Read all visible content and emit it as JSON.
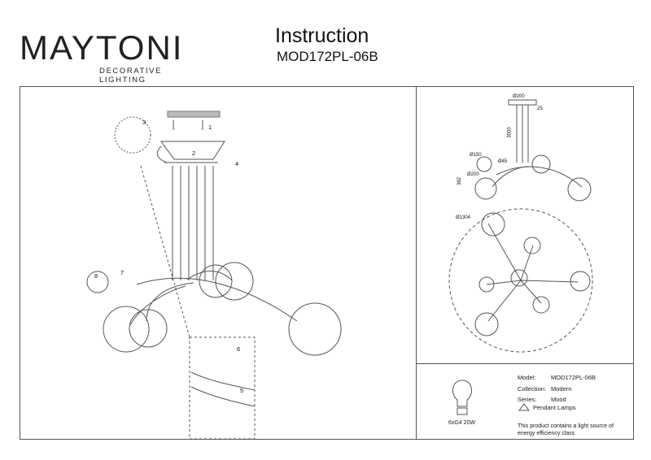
{
  "brand": {
    "name": "MAYTONI",
    "tagline": "DECORATIVE LIGHTING"
  },
  "header": {
    "title": "Instruction",
    "model": "MOD172PL-06B"
  },
  "steps": [
    "1",
    "2",
    "3",
    "4",
    "5",
    "6",
    "7",
    "8"
  ],
  "dimensions": {
    "canopy_width": "Ø200",
    "canopy_height": "25",
    "cable_length": "3000",
    "shade_small": "Ø150",
    "shade_large": "Ø200",
    "arm": "Ø45",
    "drop": "382",
    "total_diameter": "Ø1304"
  },
  "specs": {
    "model_label": "Model:",
    "model_value": "MOD172PL-06B",
    "collection_label": "Collection:",
    "collection_value": "Modern",
    "series_label": "Series:",
    "series_value": "Mood",
    "type_value": "Pendant Lamps",
    "power": "6xG4 20W",
    "note": "This product contains a light source of energy efficiency class"
  },
  "colors": {
    "line": "#555555",
    "text": "#1a1a1a"
  }
}
